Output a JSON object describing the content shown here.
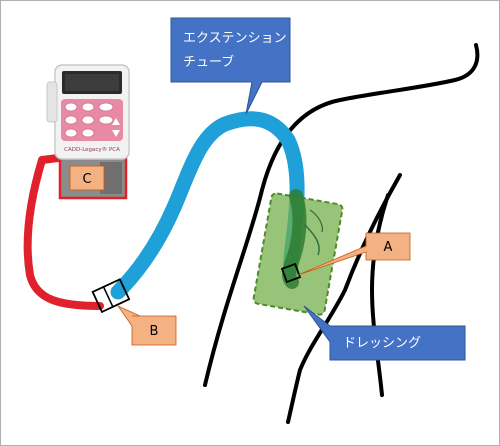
{
  "callouts": {
    "extension_tube_line1": "エクステンション",
    "extension_tube_line2": "チューブ",
    "dressing": "ドレッシング"
  },
  "labels": {
    "a": "A",
    "b": "B",
    "c": "C"
  },
  "pump": {
    "brand": "CADD-Legacy® PCA"
  },
  "colors": {
    "callout_blue": "#4472c4",
    "label_salmon": "#f4b183",
    "tube_blue": "#1fa0d8",
    "tube_red": "#e0202a",
    "dressing_green": "#70ad47",
    "pump_pink": "#e889a6"
  }
}
